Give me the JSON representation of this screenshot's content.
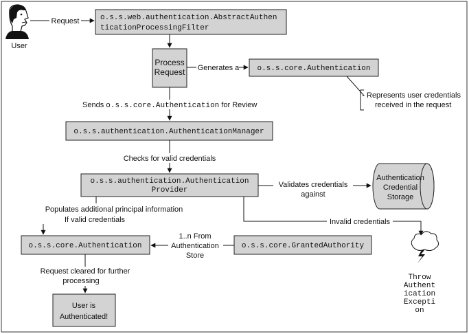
{
  "actor": {
    "label": "User"
  },
  "nodes": {
    "filter": {
      "lines": [
        "o.s.s.web.authentication.AbstractAuthen",
        "ticationProcessingFilter"
      ]
    },
    "process": {
      "lines": [
        "Process",
        "Request"
      ]
    },
    "auth_token": {
      "lines": [
        "o.s.s.core.Authentication"
      ]
    },
    "manager": {
      "lines": [
        "o.s.s.authentication.AuthenticationManager"
      ]
    },
    "provider": {
      "lines": [
        "o.s.s.authentication.Authentication",
        "Provider"
      ]
    },
    "storage": {
      "lines": [
        "Authentication",
        "Credential",
        "Storage"
      ]
    },
    "auth_result": {
      "lines": [
        "o.s.s.core.Authentication"
      ]
    },
    "granted": {
      "lines": [
        "o.s.s.core.GrantedAuthority"
      ]
    },
    "authenticated": {
      "lines": [
        "User is",
        "Authenticated!"
      ]
    },
    "exception": {
      "lines": [
        "Throw",
        "Authent",
        "ication",
        "Excepti",
        "on"
      ]
    }
  },
  "edges": {
    "request": "Request",
    "generates": "Generates a",
    "note": [
      "Represents user credentials",
      "received in the request"
    ],
    "sends_prefix": "Sends ",
    "sends_class": "o.s.s.core.Authentication",
    "sends_suffix": " for Review",
    "checks": "Checks for valid credentials",
    "validates": [
      "Validates credentials",
      "against"
    ],
    "populates": [
      "Populates additional principal information",
      "If valid credentials"
    ],
    "invalid": "Invalid credentials",
    "from_store": [
      "1..n From",
      "Authentication",
      "Store"
    ],
    "cleared": [
      "Request cleared for further",
      "processing"
    ]
  }
}
